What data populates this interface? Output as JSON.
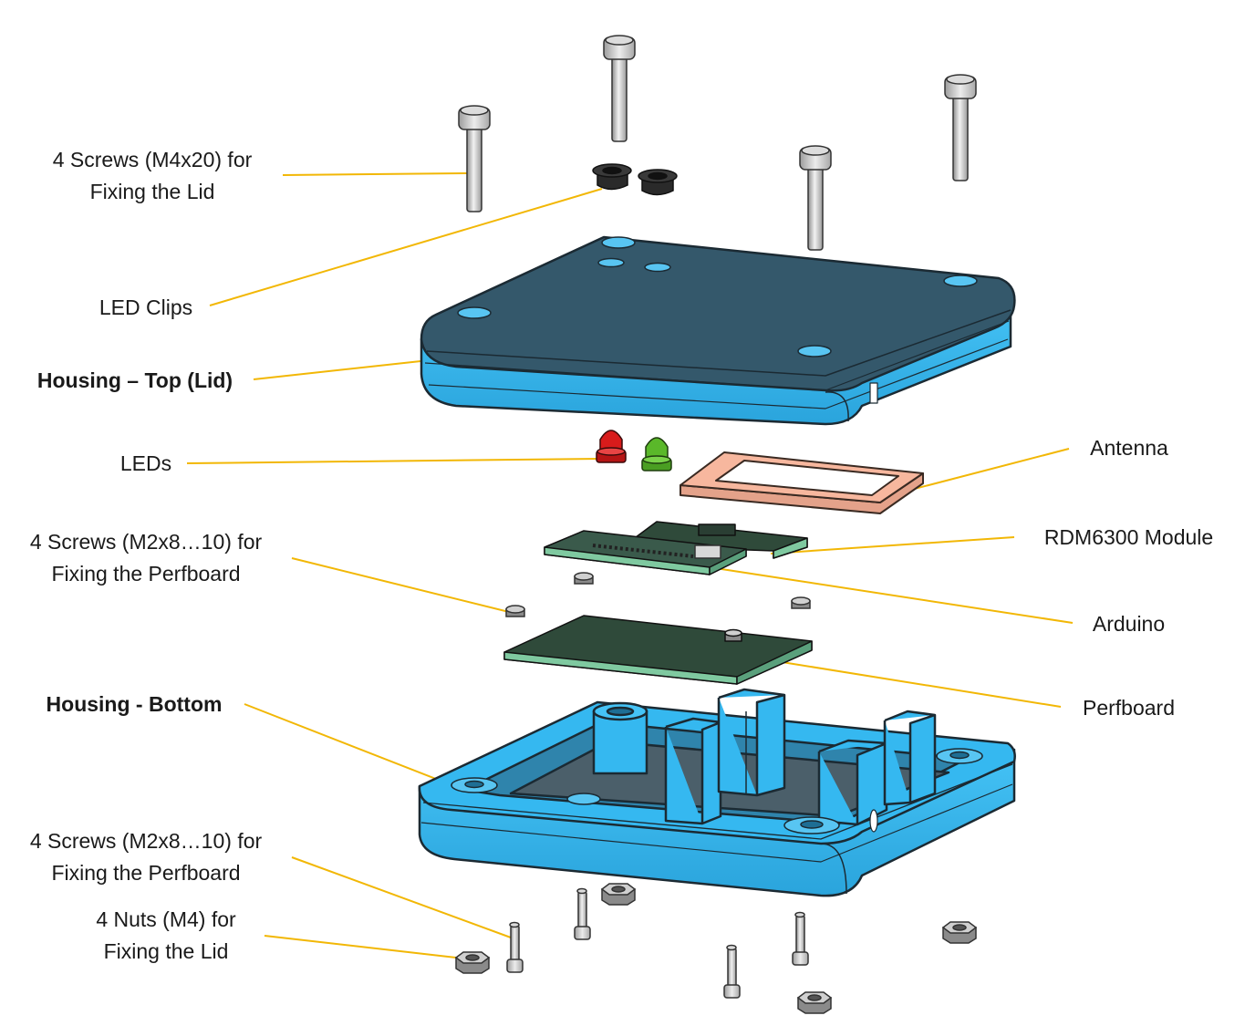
{
  "labels": {
    "screws_lid": [
      "4 Screws (M4x20) for",
      "Fixing the Lid"
    ],
    "led_clips": "LED Clips",
    "housing_top": "Housing – Top (Lid)",
    "leds": "LEDs",
    "screws_perf_top": [
      "4 Screws (M2x8…10) for",
      "Fixing the Perfboard"
    ],
    "housing_bottom": "Housing - Bottom",
    "screws_perf_bottom": [
      "4 Screws (M2x8…10) for",
      "Fixing the Perfboard"
    ],
    "nuts_lid": [
      "4 Nuts (M4) for",
      "Fixing the Lid"
    ],
    "antenna": "Antenna",
    "rdm6300": "RDM6300 Module",
    "arduino": "Arduino",
    "perfboard": "Perfboard"
  },
  "colors": {
    "housing": "#35b8f0",
    "housing_dark": "#2a6f91",
    "housing_top_face": "#34586b",
    "leader": "#f2b705",
    "led_red": "#d81b1b",
    "led_green": "#5ab82a",
    "antenna": "#f7b79e",
    "pcb": "#2f4a3a",
    "pcb_edge": "#7fc9a0",
    "screw": "#c8c8c8"
  }
}
